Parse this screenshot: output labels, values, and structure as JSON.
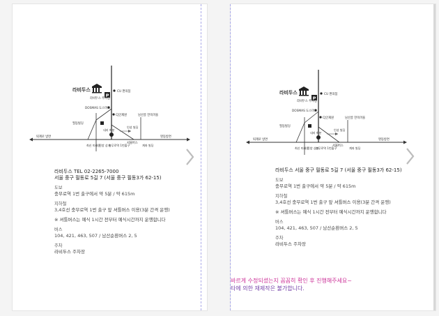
{
  "map": {
    "store_name": "라비두스",
    "parking_icon": "P",
    "parking_label": "라비두스 주차장",
    "cu_label": "CU 편의점",
    "dosmas_label": "DOSMAS 도스마스",
    "cj_label": "CJ인재원",
    "namsan_label": "남산골 한옥마을",
    "pildong_label": "필동빌딩",
    "choi_label": "최신 미래원",
    "jinyang_label": "진양 상가",
    "chungmuro_label": "충무로역 1번출구",
    "seoulbus_label": "서울버스",
    "naegang_label": "내리 화분",
    "inseong_label": "인성 빌딩",
    "gisan_label": "계좌 빌딩",
    "wangsimni_label": "퇴계로 방면",
    "myeongdong_label": "명동방면"
  },
  "left": {
    "title_line": "라비두스   TEL  02-2265-7000",
    "address": "서울 중구 필동로 5길 7 (서울 중구 필동3가 62-15)",
    "walk_head": "도보",
    "walk_text": "충무로역 1번 출구에서 약 5분 / 약 615m",
    "subway_head": "지하철",
    "subway_text": "3,4호선 충무로역 1번 출구 앞 셔틀버스 이용(3분 간격 운행)",
    "shuttle_note": "※  셔틀버스는 예식 1시간 전부터 예식시간까지 운행합니다",
    "bus_head": "버스",
    "bus_text": "104, 421, 463, 507 / 남산순환버스 2, 5",
    "parking_head": "주차",
    "parking_text": "라비두스 주차장"
  },
  "right": {
    "title_line": "라비두스 서울 중구 필동로 5길 7 (서울 중구 필동3가 62-15)",
    "walk_head": "도보",
    "walk_text": "충무로역 1번 출구에서 약 5분 / 약 615m",
    "subway_head": "지하철",
    "subway_text": "3,4호선 충무로역 1번 출구 앞 셔틀버스 이용(3분 간격 운행)",
    "shuttle_note": "※  셔틀버스는 예식 1시간 전부터 예식시간까지 운행합니다",
    "bus_head": "버스",
    "bus_text": "104, 421, 463, 507 / 남산순환버스 2, 5",
    "parking_head": "주차",
    "parking_text": "라비두스 주차장"
  },
  "notice": {
    "line1": "바르게 수정되셨는지 꼼꼼히 확인 후 진행해주세요~",
    "line2": "타에 의한 재제작은 불가합니다."
  },
  "icons": {
    "next": "chevron-right-icon",
    "store": "building-icon",
    "parking": "parking-icon",
    "subway": "subway-station-icon"
  }
}
